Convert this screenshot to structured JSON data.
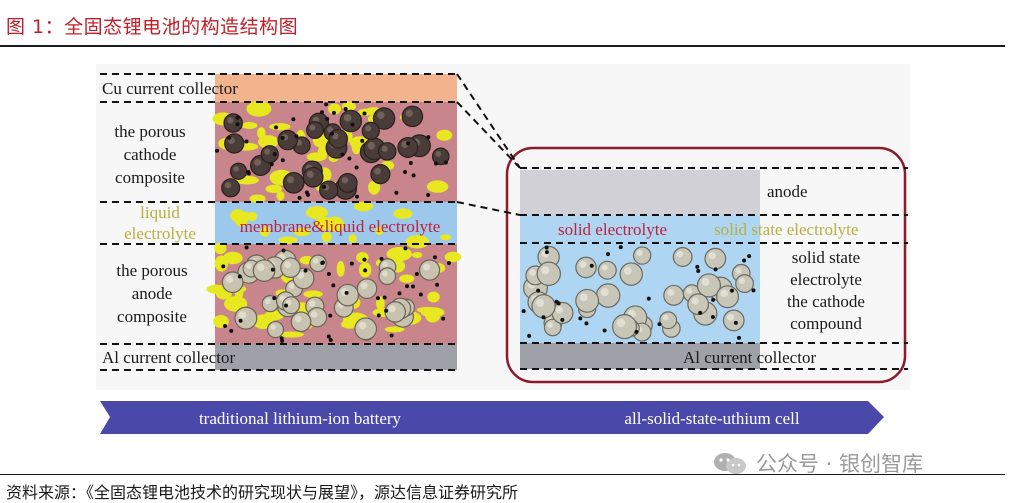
{
  "title": "图 1：全固态锂电池的构造结构图",
  "source": "资料来源：《全固态锂电池技术的研究现状与展望》，源达信息证券研究所",
  "watermark": "公众号 · 银创智库",
  "left_labels": {
    "cu_collector": "Cu current collector",
    "porous_cathode": [
      "the porous",
      "cathode",
      "composite"
    ],
    "liquid_electrolyte": [
      "liquid",
      "electrolyte"
    ],
    "membrane": "membrane&liquid electrolyte",
    "porous_anode": [
      "the porous",
      "anode",
      "composite"
    ],
    "al_collector": "Al current collector"
  },
  "right_labels": {
    "anode": "anode",
    "solid_electrolyte": "solid electrolyte",
    "solid_state_electrolyte": "solid state electrolyte",
    "compound_labels": [
      "solid state",
      "electrolyte",
      "the cathode",
      "compound"
    ],
    "al_collector": "Al current collector"
  },
  "banner": {
    "left": "traditional lithium-ion battery",
    "right": "all-solid-state-uthium cell"
  },
  "colors": {
    "title_red": "#c0202a",
    "cu_layer": "#f2b48c",
    "porous_bg": "#c9858c",
    "yellow": "#e8e820",
    "membrane_blue": "#9cc8ec",
    "al_gray": "#a0a0a8",
    "anode_gray": "#d0d0d6",
    "solid_blue": "#aed6f2",
    "frame_red": "#8b1a2a",
    "banner_purple": "#4a48a8",
    "label_red": "#c0203a",
    "label_green": "#b8b040"
  }
}
